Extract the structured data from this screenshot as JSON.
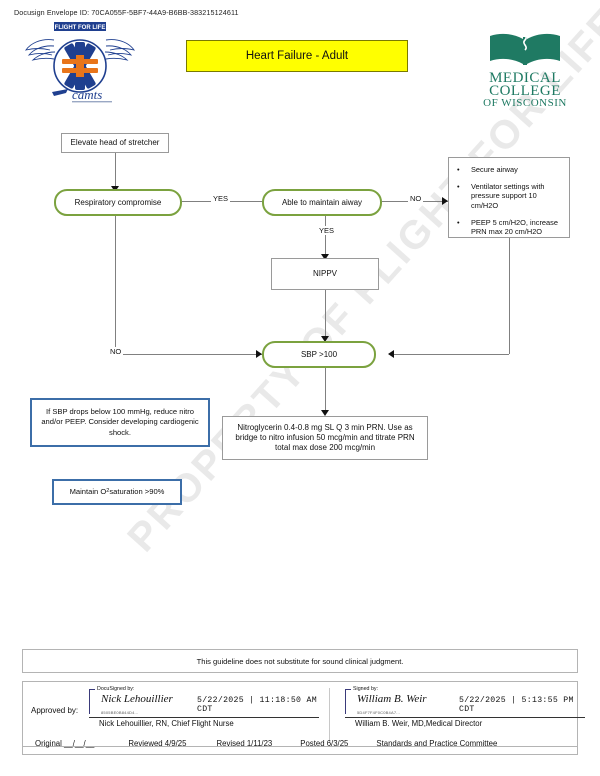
{
  "document": {
    "envelope_id": "Docusign Envelope ID: 70CA055F-5BF7-44A9-B6BB-383215124611",
    "watermark": "PROPERTY OF FLIGHT FOR LIFE",
    "title": "Heart Failure - Adult",
    "title_bg": "#ffff00"
  },
  "logos": {
    "flight_for_life": {
      "banner": "FLIGHT FOR LIFE",
      "blue": "#1f3f8f",
      "orange": "#e8751a"
    },
    "camts": {
      "text": "camts",
      "color": "#1f3f8f"
    },
    "mcw": {
      "line1": "MEDICAL",
      "line2": "COLLEGE",
      "line3": "OF WISCONSIN",
      "color": "#1f7a63"
    }
  },
  "flowchart": {
    "colors": {
      "pill_border": "#7ba23f",
      "rect_border": "#9a9a9a",
      "callout_border": "#3c6ea8",
      "connector": "#808080"
    },
    "nodes": {
      "elevate": "Elevate head of stretcher",
      "respiratory": "Respiratory compromise",
      "airway": "Able to maintain aiway",
      "nippv": "NIPPV",
      "sbp": "SBP >100",
      "vent_bullets": [
        "Secure airway",
        "Ventilator settings with pressure support 10 cm/H2O",
        "PEEP 5 cm/H2O, increase PRN max 20 cm/H2O"
      ],
      "nitro": "Nitroglycerin 0.4-0.8 mg SL Q 3 min PRN.  Use as bridge to nitro infusion 50 mcg/min and titrate PRN total max dose 200 mcg/min",
      "callout_sbp_drop": "If SBP drops below 100 mmHg, reduce nitro and/or PEEP.  Consider developing cardiogenic shock.",
      "callout_o2_pre": "Maintain O",
      "callout_o2_sub": "2",
      "callout_o2_post": " saturation >90%"
    },
    "edges": {
      "resp_yes": "YES",
      "resp_no": "NO",
      "airway_no": "NO",
      "airway_yes": "YES"
    }
  },
  "footer": {
    "disclaimer": "This guideline does not substitute for sound clinical judgment.",
    "approved_by_label": "Approved by:",
    "signatures": [
      {
        "tag": "DocuSigned by:",
        "name": "Nick Lehouillier",
        "guid": "8505BE0B844D4...",
        "date": "5/22/2025  |  11:18:50  AM  CDT",
        "role": "Nick Lehouillier, RN, Chief Flight Nurse"
      },
      {
        "tag": "Signed by:",
        "name": "William B. Weir",
        "guid": "5D4F7F4F0C0B4A7...",
        "date": "5/22/2025  |  5:13:55  PM  CDT",
        "role": "William B. Weir, MD,Medical Director"
      }
    ],
    "meta": {
      "original": "Original __/__/__",
      "reviewed": "Reviewed 4/9/25",
      "revised": "Revised 1/11/23",
      "posted": "Posted 6/3/25",
      "committee": "Standards and Practice Committee"
    }
  }
}
